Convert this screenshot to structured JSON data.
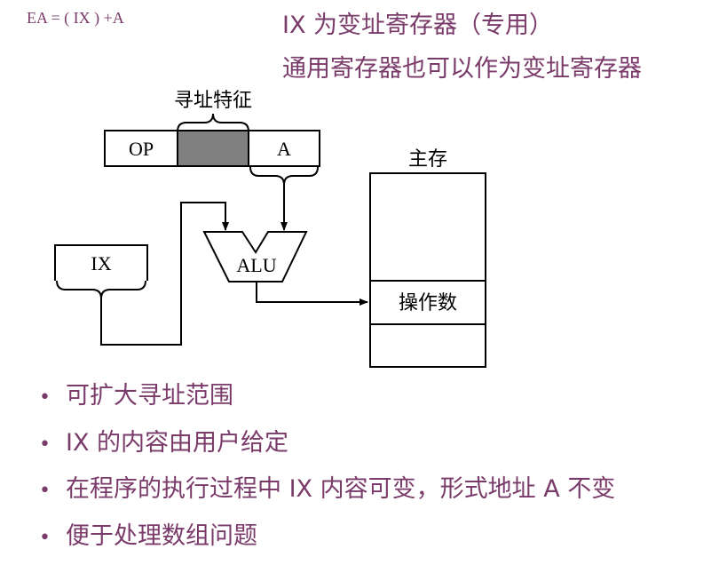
{
  "formula": "EA = ( IX ) +A",
  "header": {
    "line1": "IX 为变址寄存器（专用）",
    "line2": "通用寄存器也可以作为变址寄存器"
  },
  "diagram": {
    "addressing_feature_label": "寻址特征",
    "op_label": "OP",
    "a_label": "A",
    "ix_label": "IX",
    "alu_label": "ALU",
    "memory_label": "主存",
    "operand_label": "操作数"
  },
  "bullets": [
    "可扩大寻址范围",
    "IX 的内容由用户给定",
    "在程序的执行过程中 IX 内容可变，形式地址 A 不变",
    "便于处理数组问题"
  ]
}
